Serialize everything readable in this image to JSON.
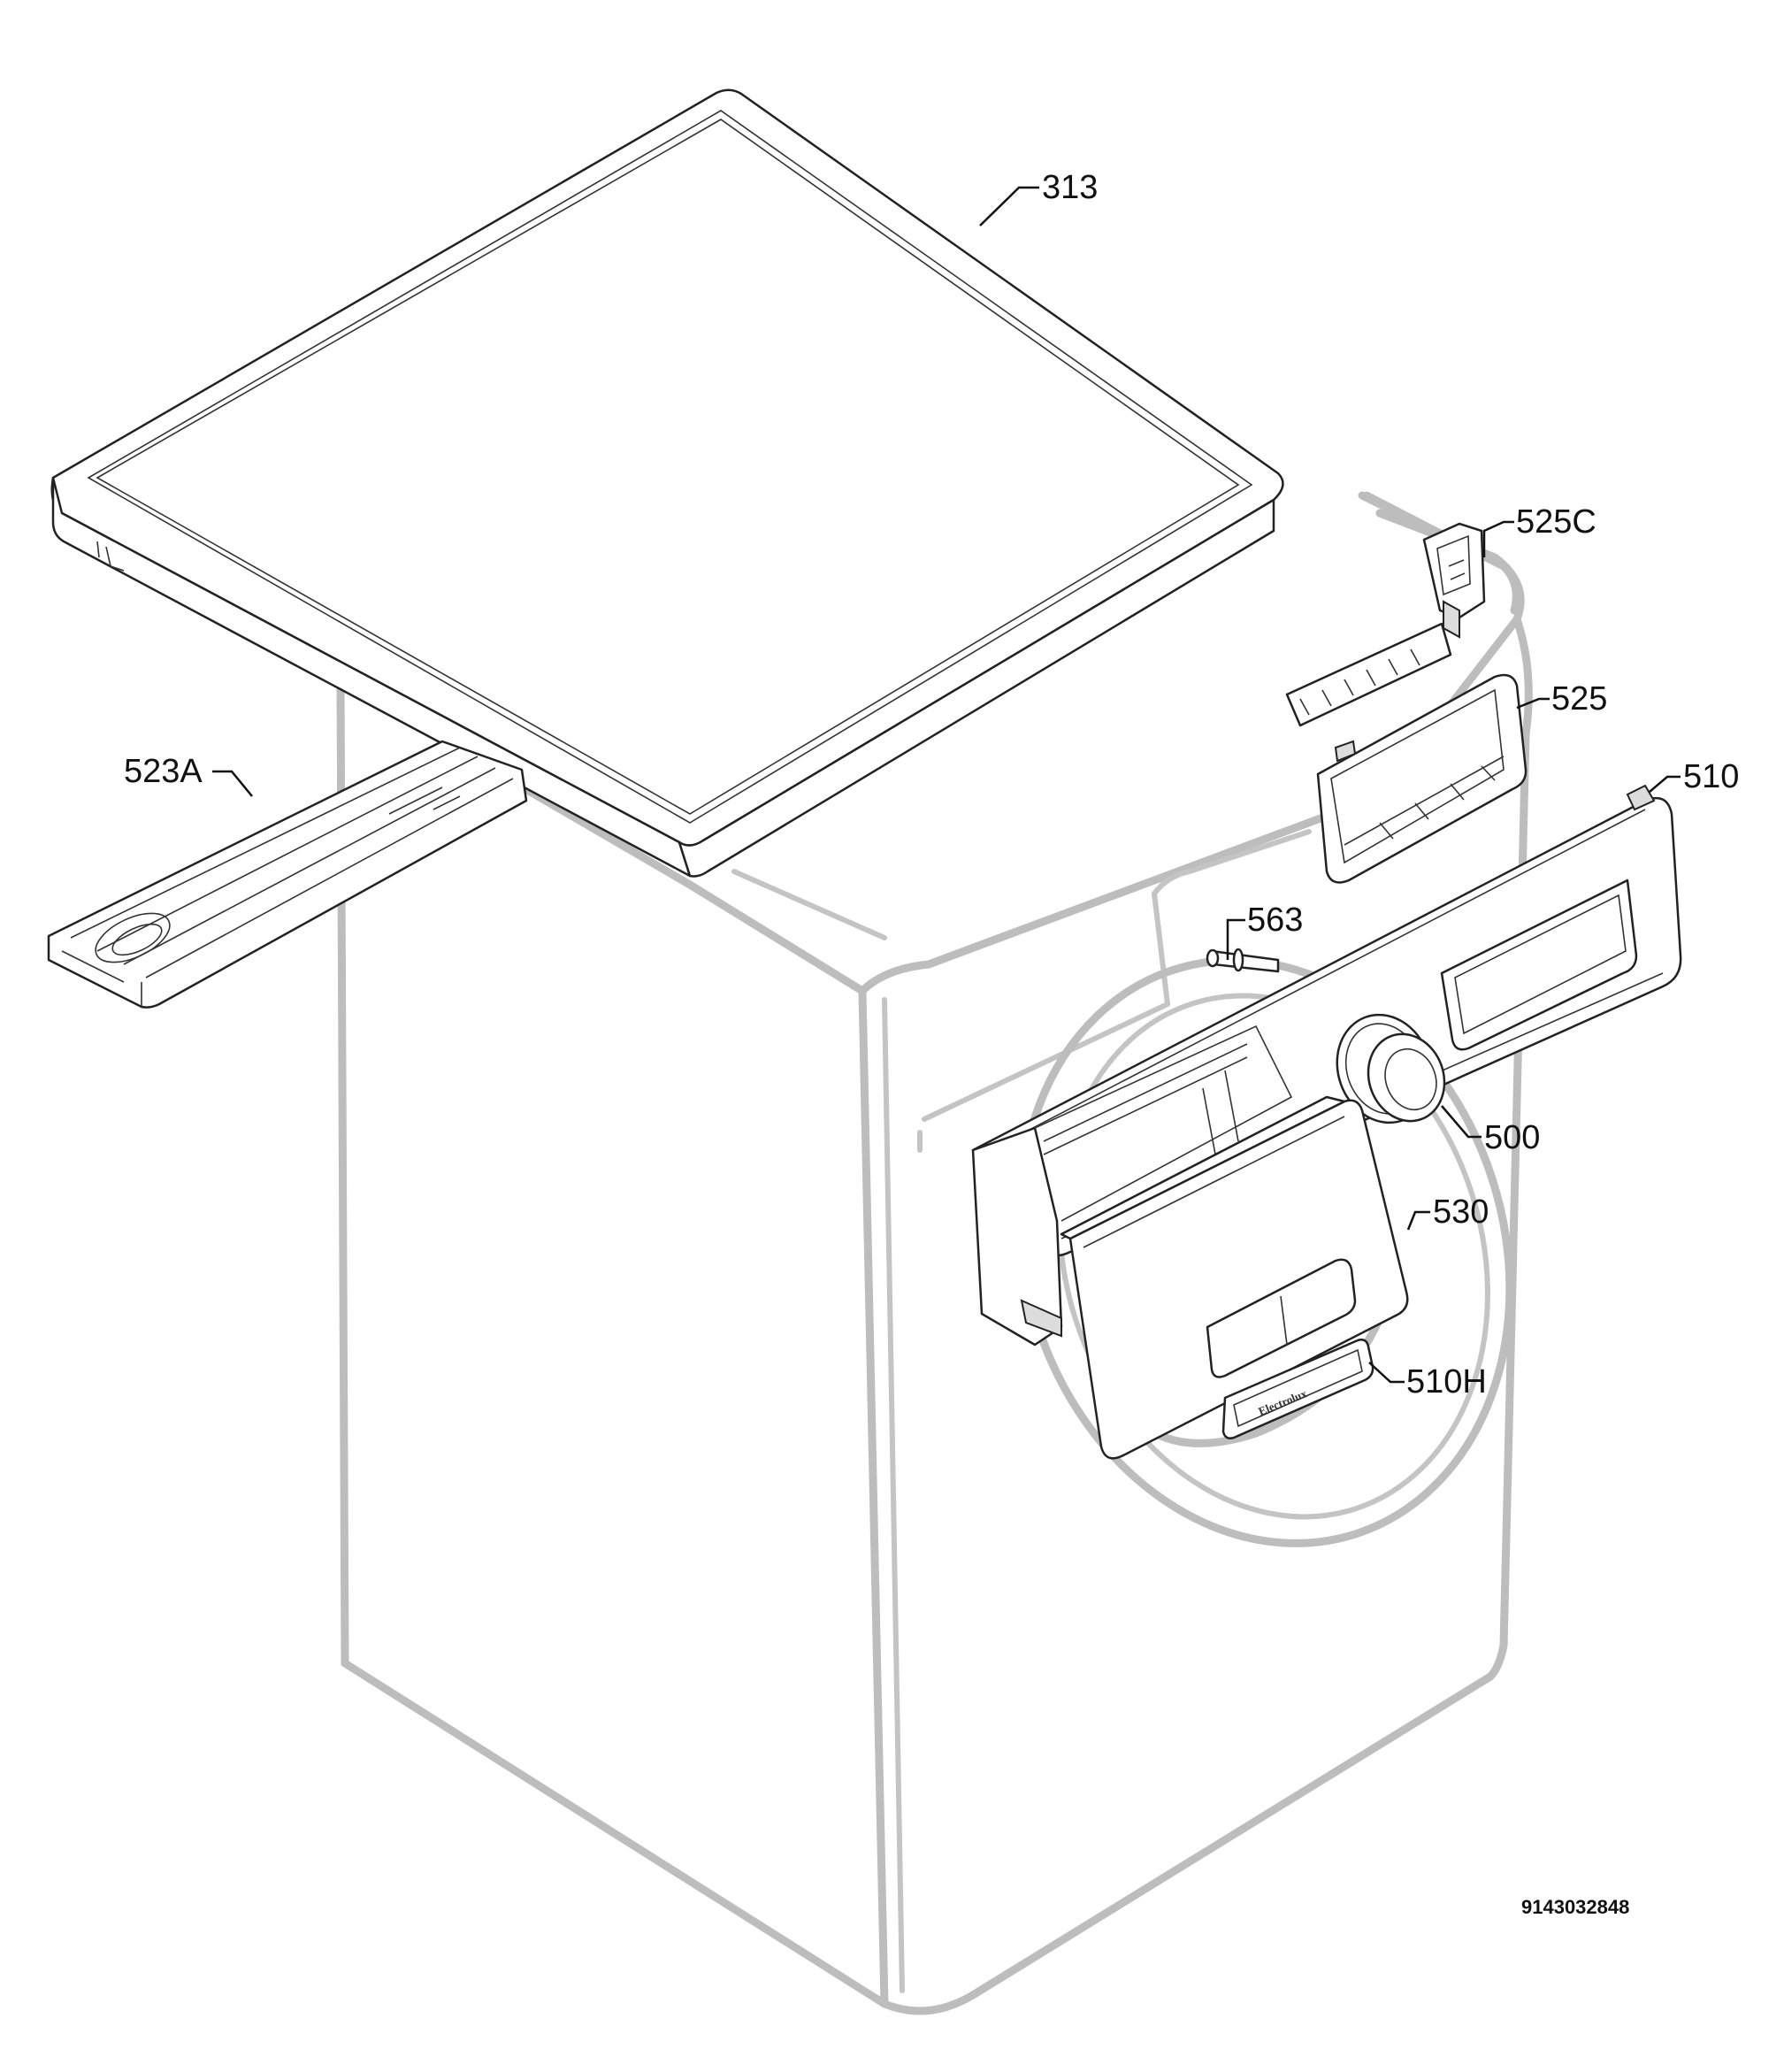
{
  "parts": [
    {
      "id": "313",
      "label": "313",
      "component": "top-cover"
    },
    {
      "id": "525C",
      "label": "525C",
      "component": "clip"
    },
    {
      "id": "525",
      "label": "525",
      "component": "display-board"
    },
    {
      "id": "510",
      "label": "510",
      "component": "control-panel"
    },
    {
      "id": "523A",
      "label": "523A",
      "component": "rail"
    },
    {
      "id": "563",
      "label": "563",
      "component": "pin"
    },
    {
      "id": "500",
      "label": "500",
      "component": "knob"
    },
    {
      "id": "530",
      "label": "530",
      "component": "dispenser-drawer"
    },
    {
      "id": "510H",
      "label": "510H",
      "component": "badge"
    }
  ],
  "badge_text": "Electrolux",
  "document_number": "9143032848",
  "colors": {
    "outline": "#222222",
    "ghost_body": "#bdbdbd",
    "text": "#111111"
  }
}
